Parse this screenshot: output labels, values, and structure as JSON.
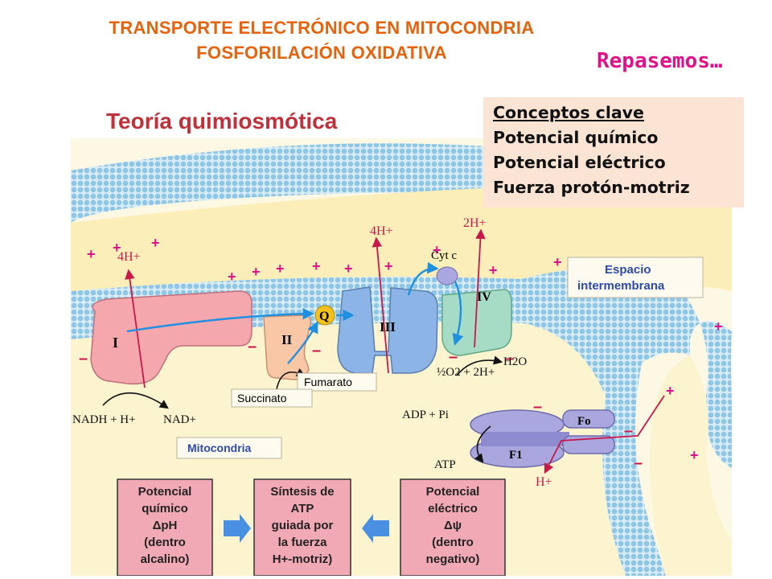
{
  "slide": {
    "title_line1": "TRANSPORTE ELECTRÓNICO EN MITOCONDRIA",
    "title_line2": "FOSFORILACIÓN OXIDATIVA",
    "subtitle": "Repasemos…"
  },
  "concepts": {
    "header": "Conceptos clave",
    "items": [
      "Potencial químico",
      "Potencial eléctrico",
      "Fuerza protón-motriz"
    ]
  },
  "diagram": {
    "heading": "Teoría quimiosmótica",
    "intermembrane_label_line1": "Espacio",
    "intermembrane_label_line2": "intermembrana",
    "mitochondria_label": "Mitocondria",
    "complexes": {
      "I": "I",
      "II": "II",
      "III": "III",
      "IV": "IV",
      "Q": "Q",
      "cyt": "Cyt c",
      "Fo": "Fo",
      "F1": "F1"
    },
    "protons": {
      "c1": "4H+",
      "c3": "4H+",
      "c4": "2H+",
      "atp": "H+"
    },
    "substrates": {
      "nadh": "NADH + H+",
      "nad": "NAD+",
      "succinato": "Succinato",
      "fumarato": "Fumarato",
      "o2": "½O2 + 2H+",
      "h2o": "H2O",
      "adp": "ADP + Pi",
      "atp": "ATP"
    },
    "boxes": {
      "left": [
        "Potencial",
        "químico",
        "ΔpH",
        "(dentro",
        "alcalino)"
      ],
      "center": [
        "Síntesis de",
        "ATP",
        "guiada por",
        "la fuerza",
        "H+-motriz)"
      ],
      "right": [
        "Potencial",
        "eléctrico",
        "Δψ",
        "(dentro",
        "negativo)"
      ]
    },
    "colors": {
      "title_orange": "#e8620c",
      "subtitle_magenta": "#e0108a",
      "matrix": "#fbeeb9",
      "membrane": "#aad3ea",
      "complex_I": "#f4a7ad",
      "complex_II": "#f8c7a6",
      "complex_III": "#8cb4e6",
      "complex_IV": "#a6dcc5",
      "atp_synthase": "#a9a7dd",
      "box_fill": "#f2a9b6"
    }
  }
}
